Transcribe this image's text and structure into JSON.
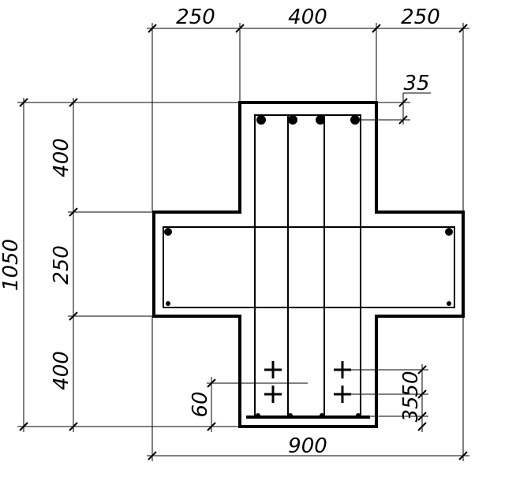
{
  "dimensions": {
    "top_left": "250",
    "top_middle": "400",
    "top_right": "250",
    "cover_top": "35",
    "overall_height": "1050",
    "left_top": "400",
    "left_middle": "250",
    "left_bottom": "400",
    "bottom_offset_left": "60",
    "bottom_offset_right_a": "50",
    "bottom_offset_right_b": "35",
    "bottom_width": "900"
  }
}
